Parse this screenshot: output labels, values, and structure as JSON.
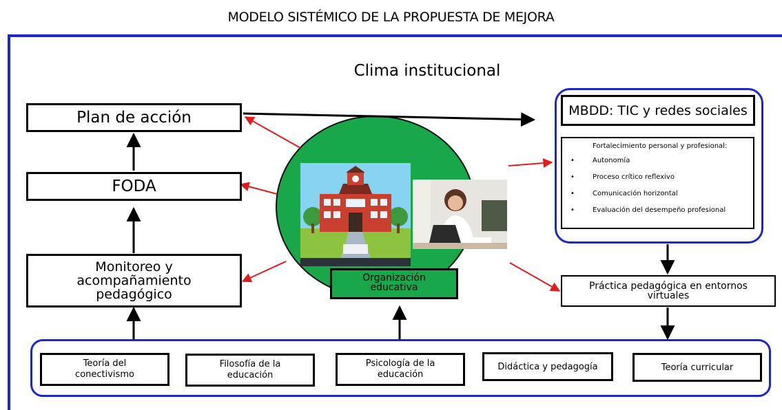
{
  "title": "MODELO SISTÉMICO DE LA PROPUESTA DE MEJORA",
  "clima": "Clima institucional",
  "left": {
    "plan": "Plan de acción",
    "foda": "FODA",
    "monitoreo": "Monitoreo y acompañamiento pedagógico"
  },
  "center": {
    "organizacion": "Organización educativa"
  },
  "right": {
    "mbdd": "MBDD: TIC y redes sociales",
    "fortalecimiento": {
      "heading": "Fortalecimiento personal y profesional:",
      "items": [
        "Autonomía",
        "Proceso crítico reflexivo",
        "Comunicación horizontal",
        "Evaluación del desempeño profesional"
      ]
    },
    "practica": "Práctica pedagógica en entornos virtuales"
  },
  "bottom": [
    "Teoría del conectivismo",
    "Filosofía de la educación",
    "Psicología de la educación",
    "Didáctica y pedagogía",
    "Teoría curricular"
  ],
  "colors": {
    "frame": "#1b27c8",
    "circle": "#18a84a",
    "red_arrow": "#e01c1c"
  }
}
